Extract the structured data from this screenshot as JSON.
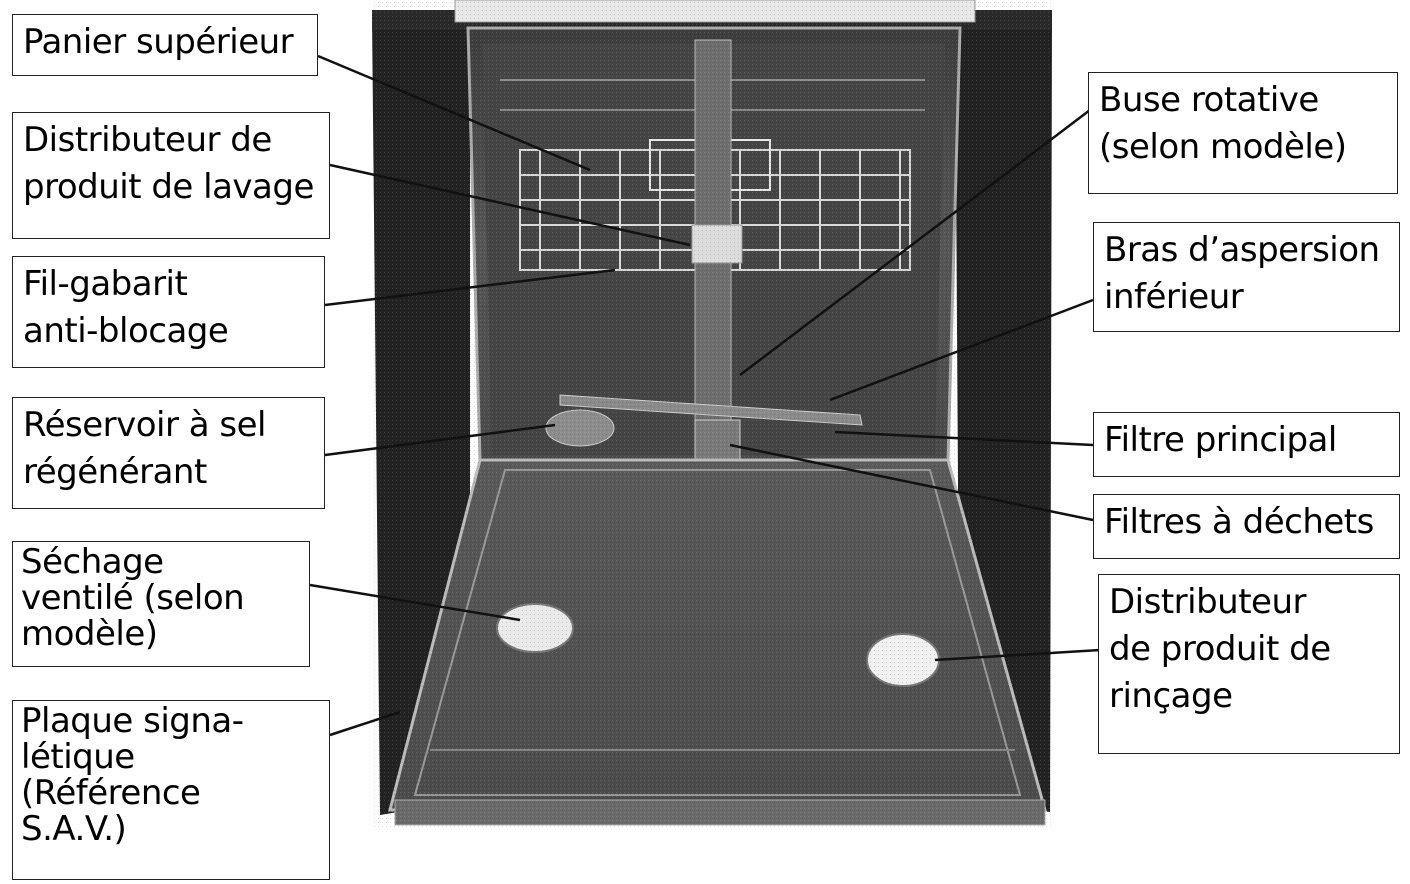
{
  "labels": {
    "panier_superieur": "Panier supérieur",
    "distributeur_produit_lavage": "Distributeur de\nproduit de lavage",
    "fil_gabarit": "Fil-gabarit\nanti-blocage",
    "reservoir_sel": "Réservoir à sel\nrégénérant",
    "sechage_ventile": "Séchage\nventilé (selon\nmodèle)",
    "plaque_signaletique": "Plaque signa-\nlétique\n(Référence\nS.A.V.)",
    "buse_rotative": "Buse rotative\n(selon modèle)",
    "bras_aspersion": "Bras d’aspersion\ninférieur",
    "filtre_principal": "Filtre principal",
    "filtres_dechets": "Filtres à déchets",
    "distributeur_rincage": "Distributeur\nde produit de\nrinçage"
  },
  "colors": {
    "cabinet": "#2a2a2a",
    "tub": "#5e5e5e",
    "door": "#6a6a6a",
    "rack": "#d9d9d9",
    "leader": "#111111"
  }
}
